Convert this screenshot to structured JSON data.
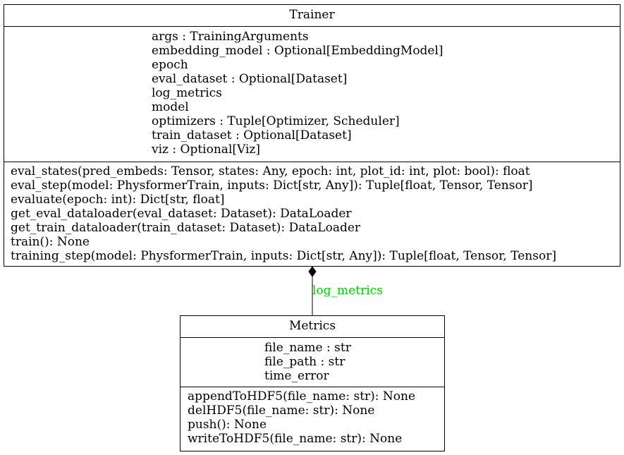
{
  "trainer": {
    "name": "Trainer",
    "attributes": [
      "args : TrainingArguments",
      "embedding_model : Optional[EmbeddingModel]",
      "epoch",
      "eval_dataset : Optional[Dataset]",
      "log_metrics",
      "model",
      "optimizers : Tuple[Optimizer, Scheduler]",
      "train_dataset : Optional[Dataset]",
      "viz : Optional[Viz]"
    ],
    "methods": [
      "eval_states(pred_embeds: Tensor, states: Any, epoch: int, plot_id: int, plot: bool): float",
      "eval_step(model: PhysformerTrain, inputs: Dict[str, Any]): Tuple[float, Tensor, Tensor]",
      "evaluate(epoch: int): Dict[str, float]",
      "get_eval_dataloader(eval_dataset: Dataset): DataLoader",
      "get_train_dataloader(train_dataset: Dataset): DataLoader",
      "train(): None",
      "training_step(model: PhysformerTrain, inputs: Dict[str, Any]): Tuple[float, Tensor, Tensor]"
    ]
  },
  "metrics": {
    "name": "Metrics",
    "attributes": [
      "file_name : str",
      "file_path : str",
      "time_error"
    ],
    "methods": [
      "appendToHDF5(file_name: str): None",
      "delHDF5(file_name: str): None",
      "push(): None",
      "writeToHDF5(file_name: str): None"
    ]
  },
  "relation": {
    "type": "composition",
    "label": "log_metrics",
    "label_color": "#00d000"
  }
}
